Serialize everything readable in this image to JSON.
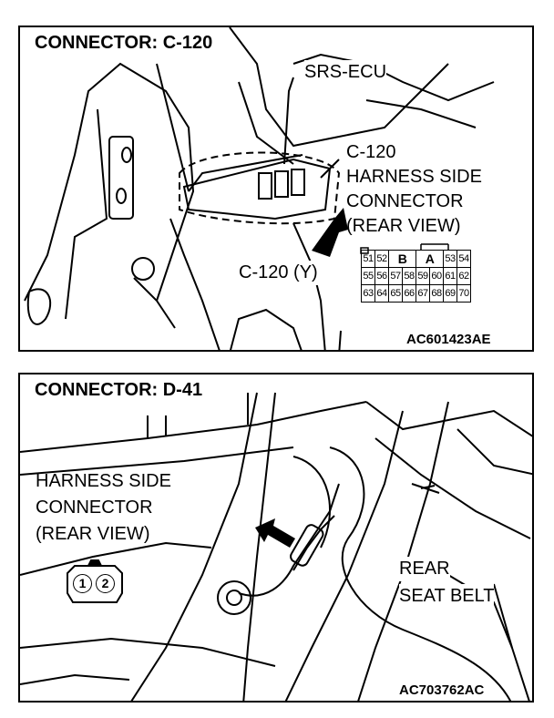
{
  "panel1": {
    "title": "CONNECTOR: C-120",
    "srs_ecu": "SRS-ECU",
    "harness_line1": "C-120",
    "harness_line2": "HARNESS SIDE",
    "harness_line3": "CONNECTOR",
    "harness_line4": "(REAR VIEW)",
    "connector_label": "C-120 (Y)",
    "figure_code": "AC601423AE",
    "pinout": {
      "row1": [
        "51",
        "52",
        "B",
        "A",
        "53",
        "54"
      ],
      "row2": [
        "55",
        "56",
        "57",
        "58",
        "59",
        "60",
        "61",
        "62"
      ],
      "row3": [
        "63",
        "64",
        "65",
        "66",
        "67",
        "68",
        "69",
        "70"
      ]
    }
  },
  "panel2": {
    "title": "CONNECTOR: D-41",
    "harness_line1": "HARNESS SIDE",
    "harness_line2": "CONNECTOR",
    "harness_line3": "(REAR VIEW)",
    "pin1": "1",
    "pin2": "2",
    "belt_line1": "REAR",
    "belt_line2": "SEAT BELT",
    "figure_code": "AC703762AC"
  }
}
